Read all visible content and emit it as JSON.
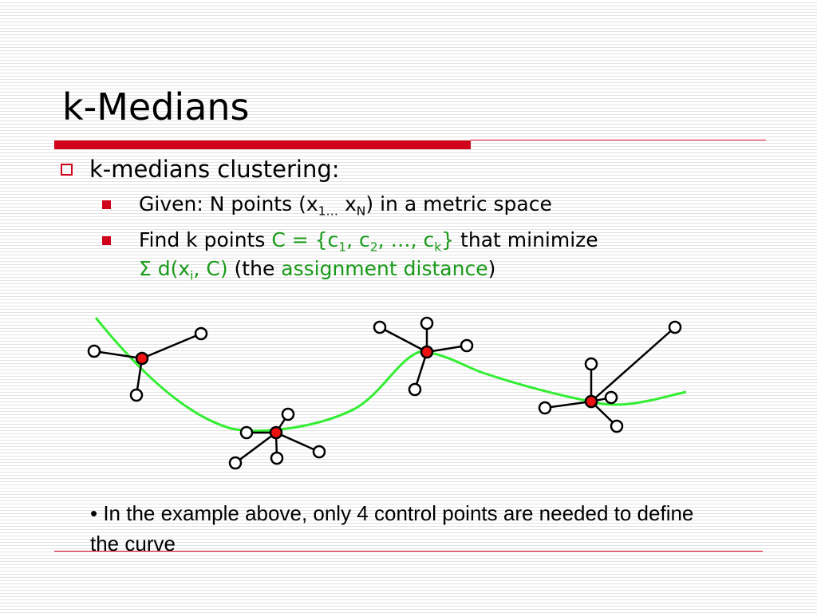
{
  "slide": {
    "title": "k-Medians",
    "colors": {
      "accent": "#d0021b",
      "highlight": "#1a9a1a",
      "curve": "#33ee33",
      "rule": "#d0021b"
    },
    "bullet_1": {
      "text": "k-medians clustering:",
      "icon": "hollow-square-bullet"
    },
    "bullet_1_1": {
      "icon": "filled-square-bullet",
      "text_a": "Given: N points (x",
      "sub_1": "1…",
      "text_b": " x",
      "sub_n": "N",
      "text_c": ") in a metric space"
    },
    "bullet_1_2": {
      "icon": "filled-square-bullet",
      "text_a": "Find k points ",
      "set_a": "C = {c",
      "sub_1": "1",
      "set_b": ", c",
      "sub_2": "2",
      "set_c": ", …, c",
      "sub_k": "k",
      "set_d": "}",
      "text_b": " that minimize",
      "sum_a": "Σ d(x",
      "sub_i": "i",
      "sum_b": ", C)",
      "paren_open": " (the ",
      "term": "assignment distance",
      "paren_close": ")"
    },
    "note": "• In the example above, only 4 control points are needed to define the curve"
  }
}
